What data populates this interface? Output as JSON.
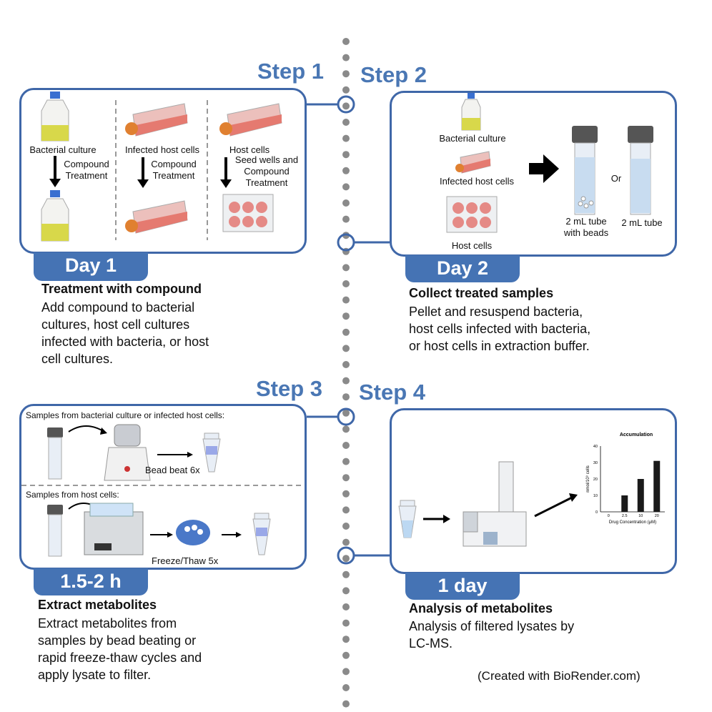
{
  "steps": [
    {
      "title": "Step 1",
      "duration": "Day 1",
      "heading": "Treatment with compound",
      "description_lines": [
        "Add compound to bacterial",
        "cultures, host cell cultures",
        "infected with bacteria, or host",
        "cell cultures."
      ],
      "labels": {
        "bacterial_culture": "Bacterial culture",
        "infected_host_cells": "Infected host cells",
        "host_cells": "Host cells",
        "compound_treatment_1": [
          "Compound",
          "Treatment"
        ],
        "compound_treatment_2": [
          "Compound",
          "Treatment"
        ],
        "seed_wells": [
          "Seed wells and",
          "Compound",
          "Treatment"
        ]
      }
    },
    {
      "title": "Step 2",
      "duration": "Day 2",
      "heading": "Collect treated samples",
      "description_lines": [
        "Pellet and resuspend bacteria,",
        "host cells infected with bacteria,",
        "or host cells in extraction buffer."
      ],
      "labels": {
        "bacterial_culture": "Bacterial culture",
        "infected_host_cells": "Infected host cells",
        "host_cells": "Host cells",
        "or": "Or",
        "tube_beads": [
          "2 mL tube",
          "with beads"
        ],
        "tube": "2 mL tube"
      }
    },
    {
      "title": "Step 3",
      "duration": "1.5-2 h",
      "heading": "Extract metabolites",
      "description_lines": [
        "Extract metabolites from",
        "samples by bead beating or",
        "rapid freeze-thaw cycles and",
        "apply lysate to filter."
      ],
      "labels": {
        "samples_bacterial": "Samples from bacterial culture or infected host cells:",
        "bead_beat": "Bead beat 6x",
        "samples_host": "Samples from host cells:",
        "freeze_thaw": "Freeze/Thaw 5x"
      }
    },
    {
      "title": "Step 4",
      "duration": "1 day",
      "heading": "Analysis of metabolites",
      "description_lines": [
        "Analysis of filtered lysates by",
        "LC-MS."
      ]
    }
  ],
  "chart_data": {
    "type": "bar",
    "title": "Accumulation",
    "categories": [
      "0",
      "2.5",
      "10",
      "20"
    ],
    "values": [
      0,
      10,
      20,
      31
    ],
    "xlabel": "Drug Concentration (μM)",
    "ylabel": "nmol/10⁹ cells",
    "ylim": [
      0,
      40
    ],
    "yticks": [
      "0",
      "10",
      "20",
      "30",
      "40"
    ],
    "bar_color": "#1a1a1a"
  },
  "credit": "(Created with BioRender.com)",
  "colors": {
    "accent": "#4573b4",
    "border": "#3f67a8",
    "dots": "#8a8a8a"
  }
}
